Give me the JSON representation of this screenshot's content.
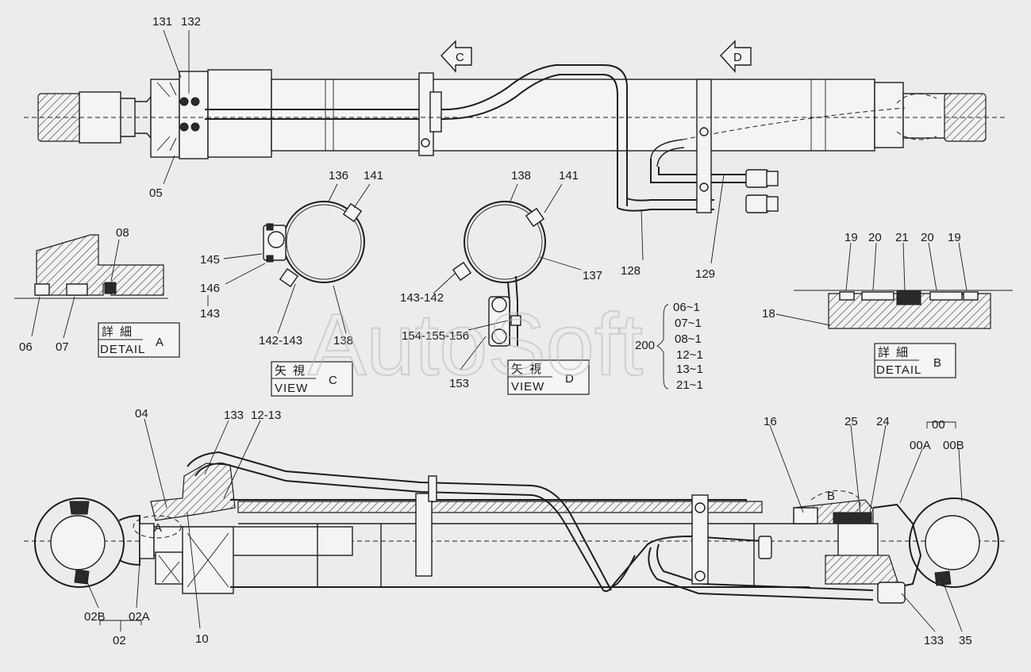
{
  "watermark": "AutoSoft",
  "views": {
    "view_c": {
      "jp": "矢視",
      "en": "VIEW",
      "letter": "C"
    },
    "view_d": {
      "jp": "矢視",
      "en": "VIEW",
      "letter": "D"
    },
    "detail_a": {
      "jp": "詳細",
      "en": "DETAIL",
      "letter": "A"
    },
    "detail_b": {
      "jp": "詳細",
      "en": "DETAIL",
      "letter": "B"
    }
  },
  "arrows": {
    "c": "C",
    "d": "D"
  },
  "labels": {
    "l131": "131",
    "l132": "132",
    "l05": "05",
    "l136": "136",
    "l141a": "141",
    "l145": "145",
    "l146": "146",
    "l143": "143",
    "l142_143": "142-143",
    "l138a": "138",
    "l138b": "138",
    "l141b": "141",
    "l137": "137",
    "l143_142": "143-142",
    "l154": "154-155-156",
    "l153": "153",
    "l128": "128",
    "l129": "129",
    "l08": "08",
    "l06": "06",
    "l07": "07",
    "l19a": "19",
    "l20a": "20",
    "l21": "21",
    "l20b": "20",
    "l19b": "19",
    "l18": "18",
    "l04": "04",
    "l133a": "133",
    "l12_13": "12-13",
    "l02b": "02B",
    "l02a": "02A",
    "l02": "02",
    "l10": "10",
    "l16": "16",
    "l25": "25",
    "l24": "24",
    "l00": "00",
    "l00a": "00A",
    "l00b": "00B",
    "l133b": "133",
    "l35": "35",
    "l200": "200",
    "bracket_b": "B",
    "bracket_a": "A"
  },
  "kit_list": [
    "06~1",
    "07~1",
    "08~1",
    "12~1",
    "13~1",
    "21~1"
  ]
}
